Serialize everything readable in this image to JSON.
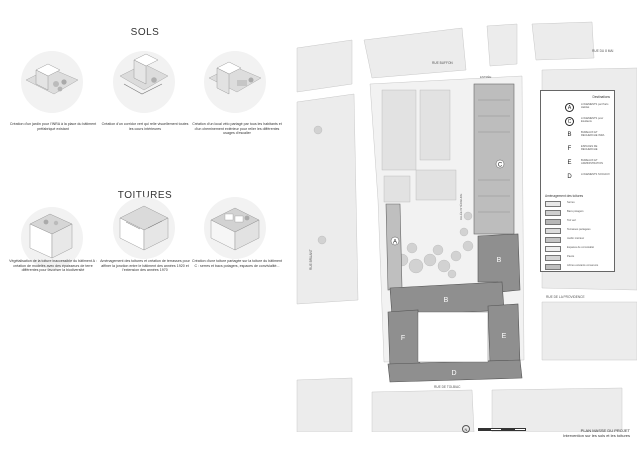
{
  "sections": {
    "sols": {
      "title": "SOLS",
      "captions": [
        "Création d'un jardin pour l'INRA à la place du bâtiment préfabriqué existant",
        "Création d'un corridor vert qui relie visuellement toutes les cours intérieures",
        "Création d'un local vélo partagé par tous les habitants et d'un cheminement extérieur pour relier les différentes usages d'escalier"
      ]
    },
    "toitures": {
      "title": "TOITURES",
      "captions": [
        "Végétalisation de la toiture inaccessible du bâtiment A : création de modelés avec des épaisseurs de terre différentes pour favoriser la biodiversité",
        "Aménagement des toitures et création de terrasses pour affiner la jonction entre le bâtiment des années 1920 et l'extension des années 1970",
        "Création d'une toiture partagée sur la toiture du bâtiment C : serres et bacs potagers, espaces de convivialité..."
      ]
    }
  },
  "plan": {
    "streets": {
      "top": "RUE BUFFON",
      "bottom": "RUE DE TOLBIAC",
      "left": "RUE BRUANT",
      "right_top": "RUE DU 8 MAI",
      "right_mid": "RUE DE LA PROVIDENCE",
      "center": "ALLÉE INTÉRIEURE",
      "entry": "ENTRÉE"
    },
    "buildings": {
      "a": "A",
      "b_upper": "B",
      "b_lower": "B",
      "c": "C",
      "d": "D",
      "e": "E",
      "f": "F"
    },
    "legend": {
      "heading": "Destinations",
      "entries": [
        {
          "letter": "A",
          "circled": true,
          "desc": "LOGEMENTS par Paris Habitat"
        },
        {
          "letter": "C",
          "circled": true,
          "desc": "LOGEMENTS pour Etudiants"
        },
        {
          "letter": "B",
          "circled": false,
          "desc": "BUREAUX ET RECHERCHE INRA"
        },
        {
          "letter": "F",
          "circled": false,
          "desc": "ESPACES DE RECHERCHE"
        },
        {
          "letter": "E",
          "circled": false,
          "desc": "BUREAUX ET ADMINISTRATION"
        },
        {
          "letter": "D",
          "circled": false,
          "desc": "LOGEMENTS SOCIAUX"
        }
      ],
      "subheading": "Aménagement des toitures",
      "items": [
        {
          "label": "Serres",
          "color": "#e8e8e8"
        },
        {
          "label": "Bacs potagers",
          "color": "#cfcfcf"
        },
        {
          "label": "Toit vert",
          "color": "#b8b8b8"
        },
        {
          "label": "Terrasses partagées",
          "color": "#dcdcdc"
        },
        {
          "label": "Jardin intérieur",
          "color": "#c4c4c4"
        },
        {
          "label": "Espaces de convivialité",
          "color": "#efefef"
        },
        {
          "label": "Pavés",
          "color": "#d6d6d6"
        },
        {
          "label": "Arbres existants conservés",
          "color": "#bdbdbd"
        }
      ]
    },
    "title": "PLAN MASSE DU PROJET",
    "subtitle": "Intervention sur les sols et les toitures",
    "north_label": "N"
  },
  "colors": {
    "building": "#8f8f8f",
    "block": "#ececec",
    "tree": "#c8c8c8"
  }
}
